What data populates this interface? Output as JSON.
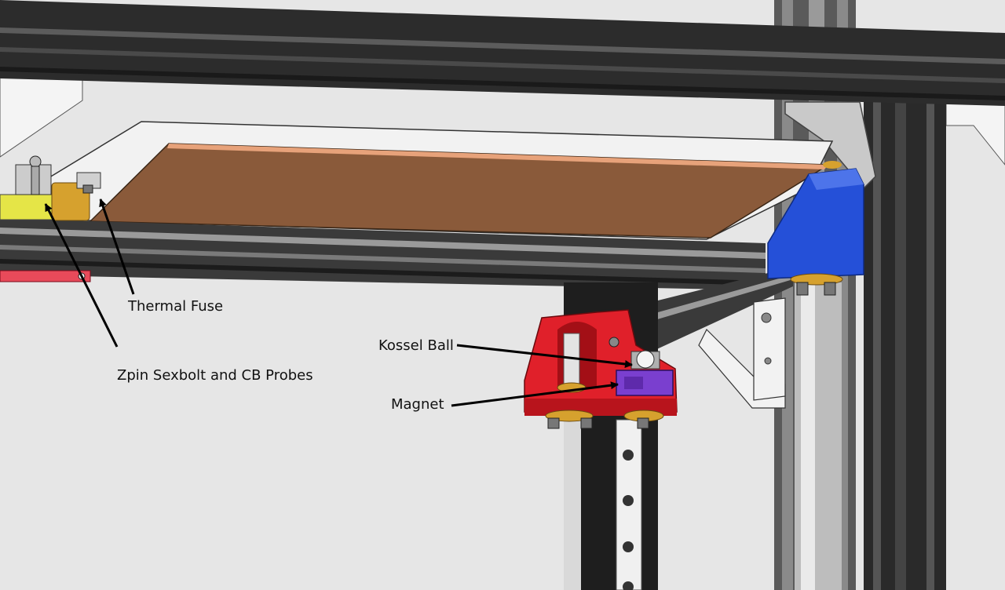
{
  "labels": {
    "thermal_fuse": "Thermal Fuse",
    "zpin": "Zpin Sexbolt and CB Probes",
    "kossel_ball": "Kossel Ball",
    "magnet": "Magnet"
  },
  "colors": {
    "background": "#e6e6e6",
    "extrusion": "#2c2c2c",
    "bed": "#8a5a3a",
    "bed_edge": "#e7a27a",
    "carriage_red": "#e0202a",
    "block_blue": "#2550d8",
    "magnet_purple": "#7a3fcf",
    "probe_yellow": "#e5e547",
    "fuse_gold": "#d6a12e",
    "rod": "#d9d9d9"
  }
}
